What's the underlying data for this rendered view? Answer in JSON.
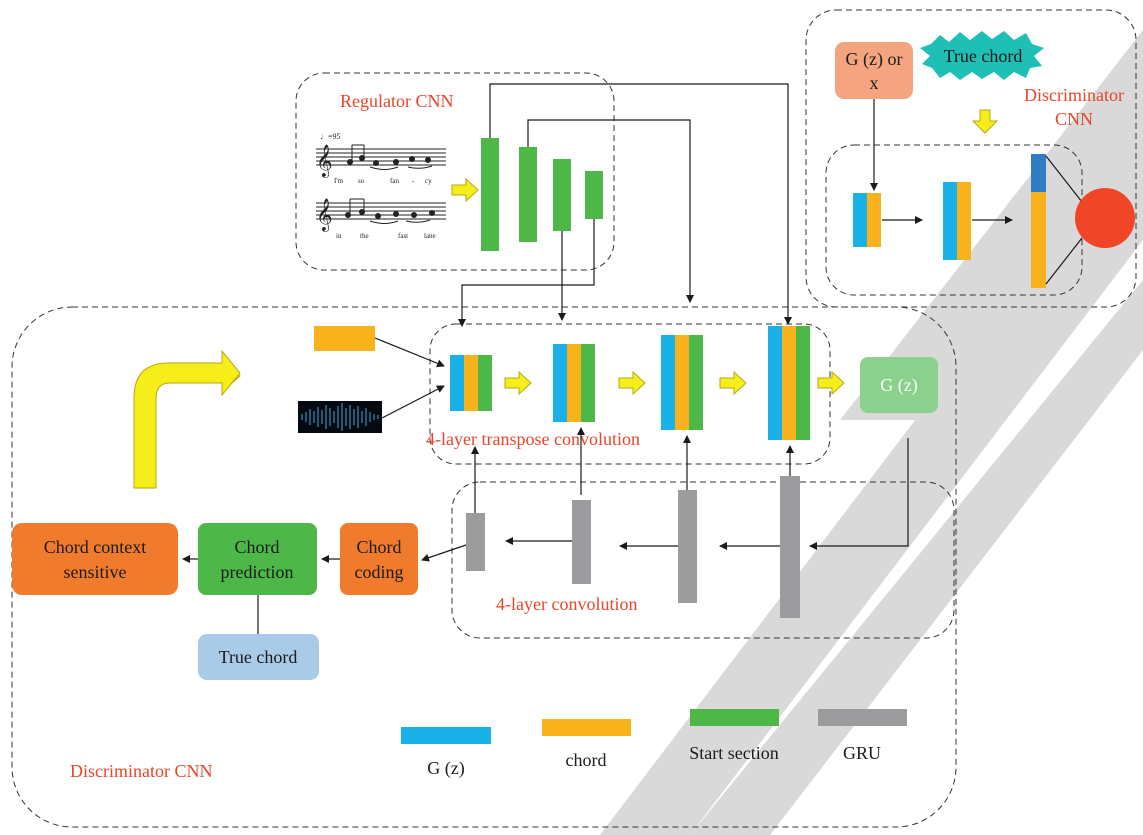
{
  "labels": {
    "regulator_cnn": "Regulator CNN",
    "discriminator_cnn_top_line1": "Discriminator",
    "discriminator_cnn_top_line2": "CNN",
    "discriminator_cnn_bottom": "Discriminator CNN",
    "transpose_conv": "4-layer transpose convolution",
    "conv_4layer": "4-layer convolution",
    "gz_box": "G (z)",
    "gz_or_x_line1": "G (z) or",
    "gz_or_x_line2": "x",
    "true_chord_star": "True chord",
    "true_chord_box": "True chord",
    "chord_context_line1": "Chord context",
    "chord_context_line2": "sensitive",
    "chord_prediction_line1": "Chord",
    "chord_prediction_line2": "prediction",
    "chord_coding_line1": "Chord",
    "chord_coding_line2": "coding"
  },
  "score": {
    "tempo": "♩=95",
    "lyrics_line1": [
      "I'm",
      "so",
      "fan",
      "-",
      "cy"
    ],
    "lyrics_line2": [
      "in",
      "the",
      "fast",
      "lane"
    ]
  },
  "legend": [
    {
      "label": "G (z)",
      "color": "#1ab0e8"
    },
    {
      "label": "chord",
      "color": "#f7b21c"
    },
    {
      "label": "Start section",
      "color": "#4db848"
    },
    {
      "label": "GRU",
      "color": "#9c9c9e"
    }
  ],
  "colors": {
    "gz": "#1ab0e8",
    "chord": "#f7b21c",
    "start_section": "#4db848",
    "gru": "#9c9c9e",
    "accent_red": "#e8452a",
    "orange_box": "#f07b2c",
    "green_box": "#4db848",
    "light_green": "#8cd08e",
    "salmon": "#f4a47f",
    "teal_star": "#1fbfb5",
    "light_blue": "#a9cbe7",
    "yellow_arrow": "#f6ee1a",
    "watermark": "#d9d9d9"
  }
}
